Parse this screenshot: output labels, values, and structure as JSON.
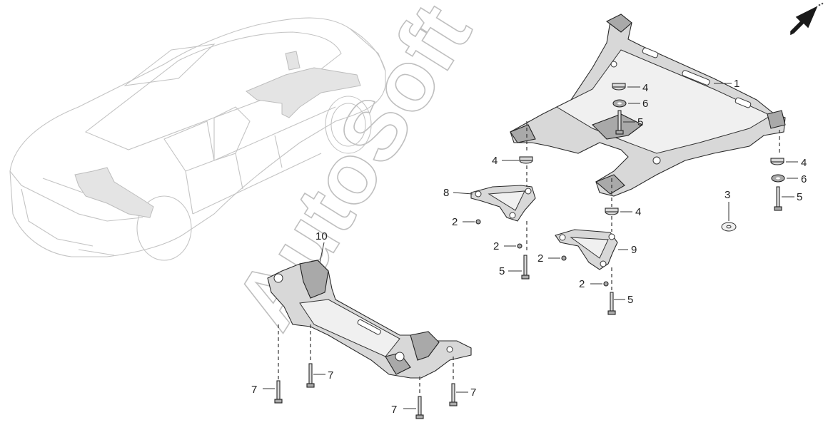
{
  "watermark": "AutoSoft",
  "orientation_arrow": {
    "icon": "direction-arrow-icon",
    "color": "#1a1a1a"
  },
  "callouts": {
    "c1": "1",
    "c2a": "2",
    "c2b": "2",
    "c2c": "2",
    "c2d": "2",
    "c3": "3",
    "c4a": "4",
    "c4b": "4",
    "c4c": "4",
    "c4d": "4",
    "c5a": "5",
    "c5b": "5",
    "c5c": "5",
    "c5d": "5",
    "c6a": "6",
    "c6b": "6",
    "c7a": "7",
    "c7b": "7",
    "c7c": "7",
    "c7d": "7",
    "c8": "8",
    "c9": "9",
    "c10": "10"
  }
}
